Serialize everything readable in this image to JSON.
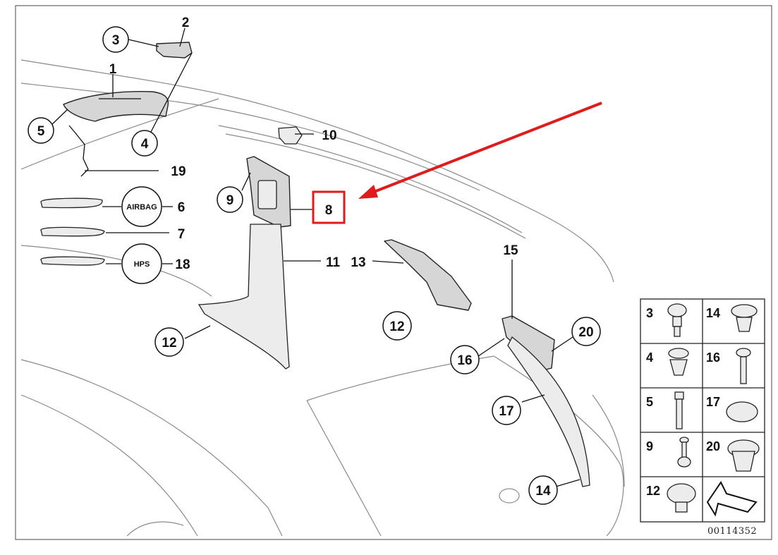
{
  "callouts": {
    "c1": "1",
    "c2": "2",
    "c3": "3",
    "c4": "4",
    "c5": "5",
    "c6": "6",
    "c7": "7",
    "c8": "8",
    "c9": "9",
    "c10": "10",
    "c11": "11",
    "c12a": "12",
    "c12b": "12",
    "c13": "13",
    "c14": "14",
    "c15": "15",
    "c16": "16",
    "c17": "17",
    "c18": "18",
    "c19": "19",
    "c20": "20"
  },
  "badges": {
    "airbag": "AIRBAG",
    "hps": "HPS"
  },
  "legend": {
    "cells": [
      "3",
      "14",
      "4",
      "16",
      "5",
      "17",
      "9",
      "20",
      "12"
    ]
  },
  "catalog_number": "00114352",
  "highlight": {
    "color": "#e01b1b",
    "target": "8"
  }
}
